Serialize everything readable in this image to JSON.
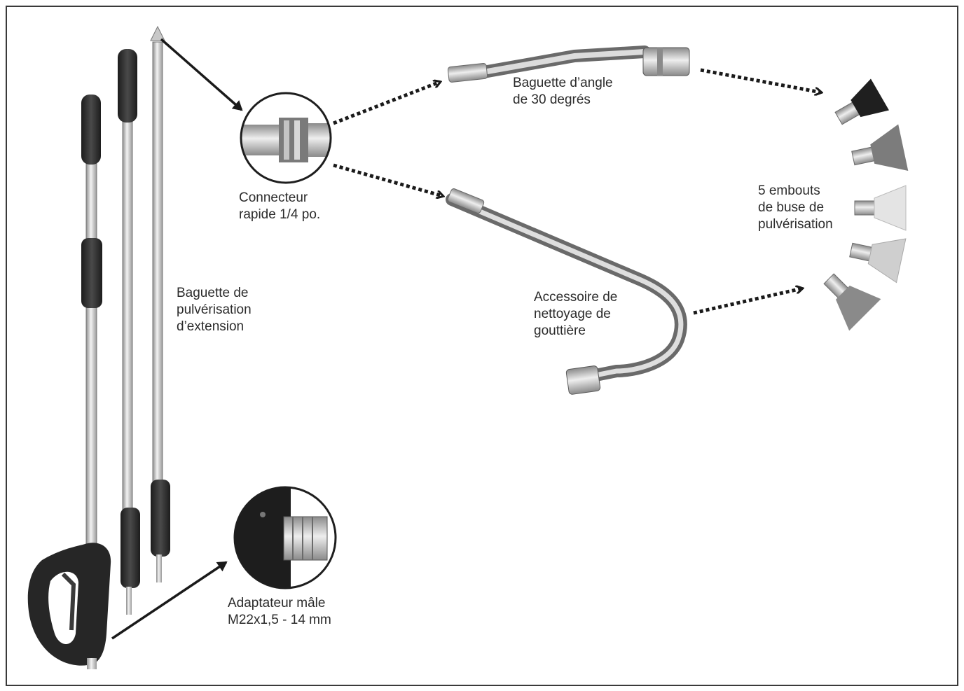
{
  "labels": {
    "quick_connector": {
      "line1": "Connecteur",
      "line2": "rapide 1/4 po."
    },
    "angle_wand": {
      "line1": "Baguette d’angle",
      "line2": "de 30 degrés"
    },
    "nozzle_tips": {
      "line1": "5 embouts",
      "line2": "de buse de",
      "line3": "pulvérisation"
    },
    "extension_wand": {
      "line1": "Baguette de",
      "line2": "pulvérisation",
      "line3": "d’extension"
    },
    "gutter_cleaner": {
      "line1": "Accessoire de",
      "line2": "nettoyage de",
      "line3": "gouttière"
    },
    "male_adapter": {
      "line1": "Adaptateur mâle",
      "line2": "M22x1,5 - 14 mm"
    }
  },
  "colors": {
    "frame": "#3a3a3a",
    "grip": "#2a2a2a",
    "metal": "#b5b5b5",
    "arrow": "#1a1a1a"
  },
  "icons": [
    "spray-wand-icon",
    "spray-gun-icon",
    "quick-connector-icon",
    "angle-wand-icon",
    "gutter-cleaner-icon",
    "nozzle-tip-icon",
    "male-adapter-icon"
  ]
}
